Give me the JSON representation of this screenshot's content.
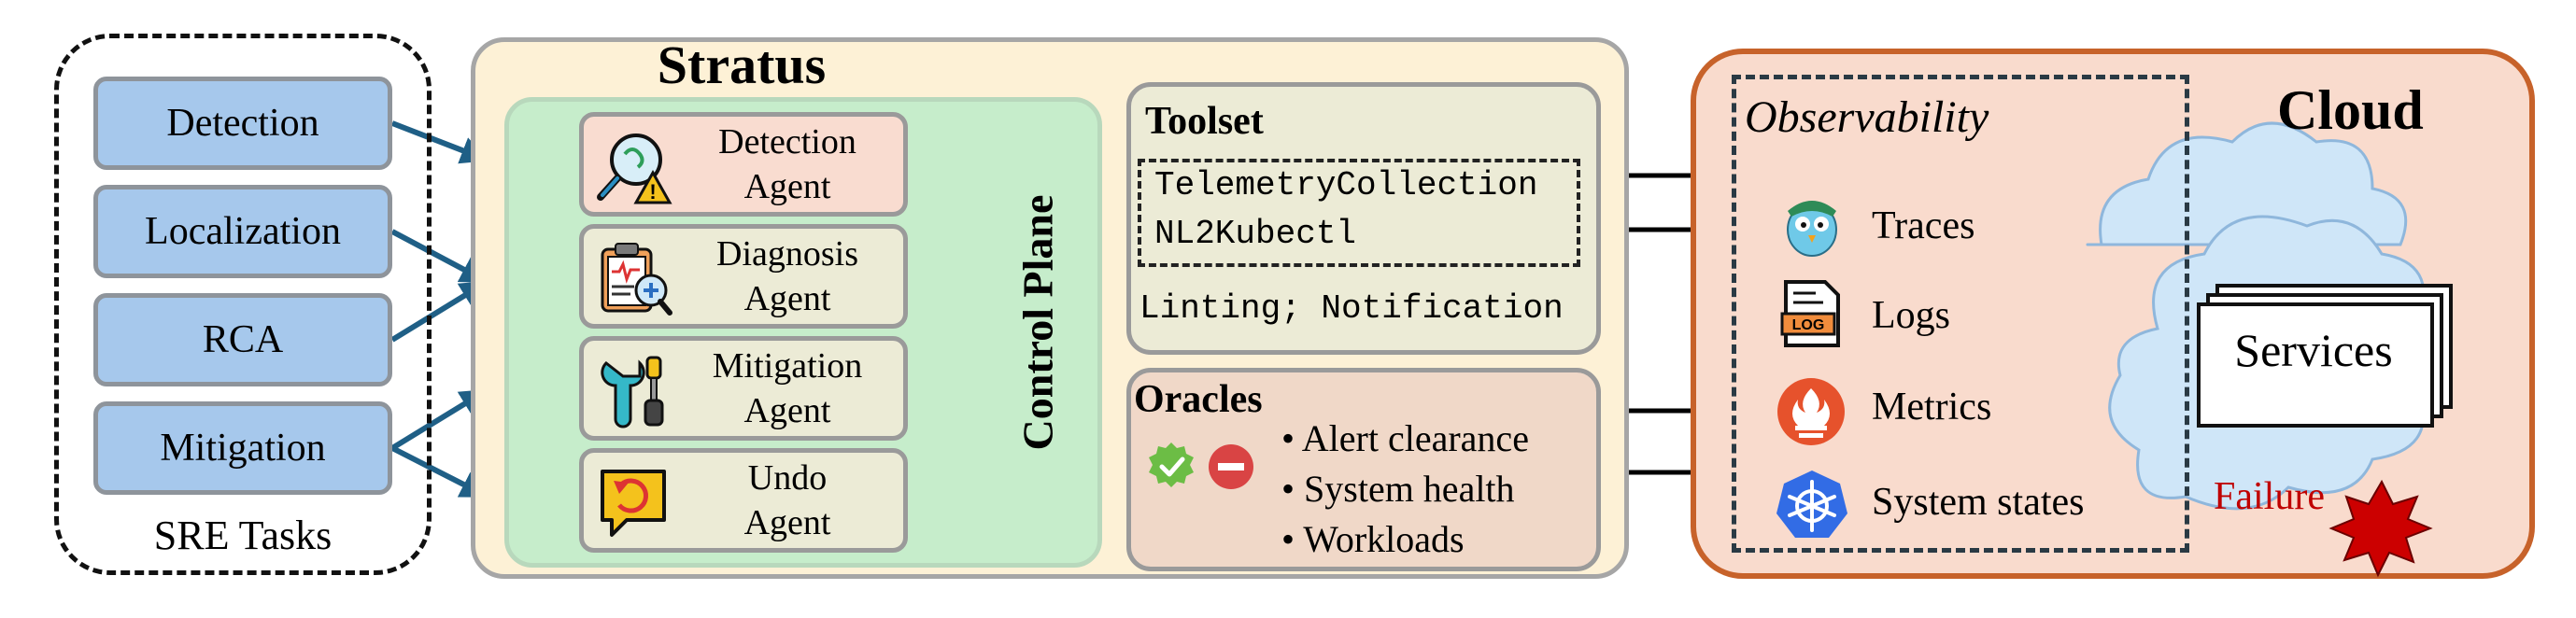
{
  "sre_tasks": {
    "caption": "SRE Tasks",
    "items": [
      {
        "label": "Detection"
      },
      {
        "label": "Localization"
      },
      {
        "label": "RCA"
      },
      {
        "label": "Mitigation"
      }
    ]
  },
  "stratus": {
    "title": "Stratus",
    "control_plane": "Control Plane",
    "agents": [
      {
        "line1": "Detection",
        "line2": "Agent",
        "icon": "magnifier-warning-icon"
      },
      {
        "line1": "Diagnosis",
        "line2": "Agent",
        "icon": "clipboard-report-icon"
      },
      {
        "line1": "Mitigation",
        "line2": "Agent",
        "icon": "wrench-screwdriver-icon"
      },
      {
        "line1": "Undo",
        "line2": "Agent",
        "icon": "undo-message-icon"
      }
    ],
    "toolset": {
      "title": "Toolset",
      "tools": [
        "TelemetryCollection",
        "NL2Kubectl"
      ],
      "extra": "Linting; Notification"
    },
    "oracles": {
      "title": "Oracles",
      "items": [
        "Alert clearance",
        "System health",
        "Workloads"
      ]
    }
  },
  "cloud": {
    "title": "Cloud",
    "observability": {
      "title": "Observability",
      "items": [
        {
          "label": "Traces",
          "icon": "bird-mascot-icon"
        },
        {
          "label": "Logs",
          "icon": "log-file-icon"
        },
        {
          "label": "Metrics",
          "icon": "prometheus-flame-icon"
        },
        {
          "label": "System states",
          "icon": "kubernetes-wheel-icon"
        }
      ]
    },
    "services": "Services",
    "failure": "Failure"
  },
  "colors": {
    "task_fill": "#a6c8ec",
    "stratus_fill": "#fdf1d6",
    "control_plane_fill": "#c6edcb",
    "cloud_fill": "#f9dbcd",
    "cloud_border": "#c7622a",
    "arrow": "#1f5f86",
    "failure_text": "#c00000"
  }
}
